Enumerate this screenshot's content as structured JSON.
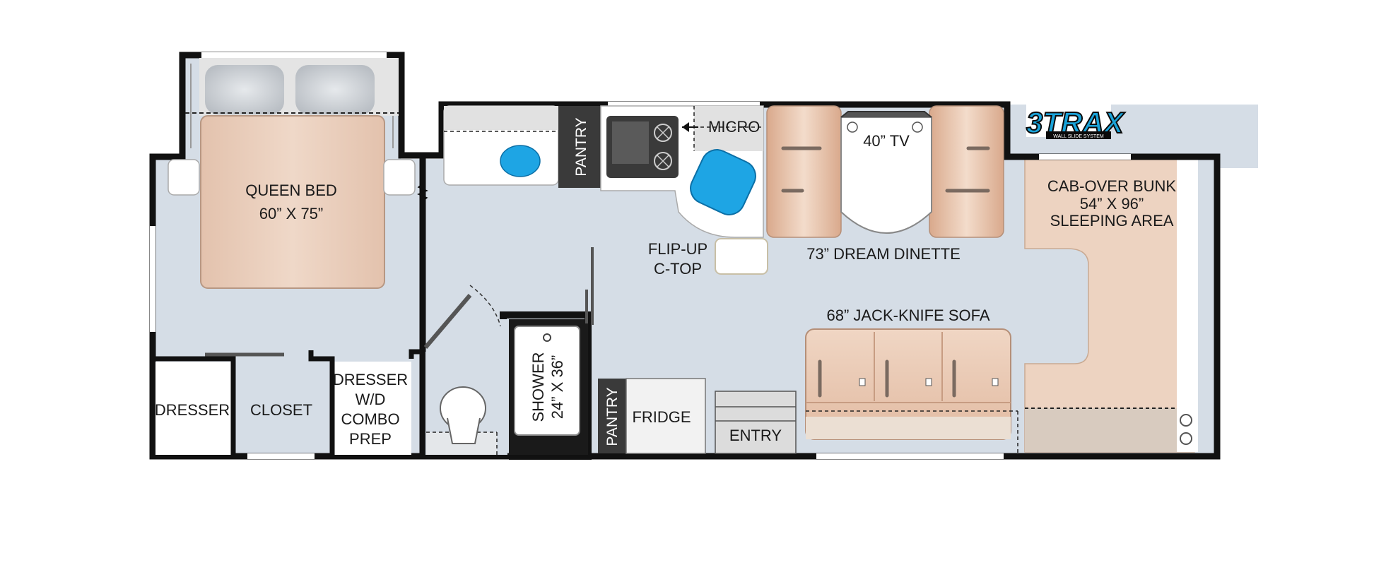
{
  "floorplan": {
    "logo": {
      "text": "3TRAX",
      "subtext": "WALL SLIDE SYSTEM",
      "colors": {
        "fill": "#1aa3d9",
        "outline": "#0a0a0a"
      }
    },
    "labels": {
      "queen_bed": {
        "line1": "QUEEN BED",
        "line2": "60” X 75”"
      },
      "dresser": "DRESSER",
      "closet": "CLOSET",
      "dresser_wd": {
        "line1": "DRESSER",
        "line2": "W/D",
        "line3": "COMBO",
        "line4": "PREP"
      },
      "shower": {
        "line1": "SHOWER",
        "line2": "24” X 36”"
      },
      "pantry_top": "PANTRY",
      "pantry_bottom": "PANTRY",
      "micro": "MICRO",
      "tv": "40” TV",
      "flip_up": {
        "line1": "FLIP-UP",
        "line2": "C-TOP"
      },
      "dinette": "73” DREAM DINETTE",
      "sofa": "68” JACK-KNIFE SOFA",
      "fridge": "FRIDGE",
      "entry": "ENTRY",
      "cab_over": {
        "line1": "CAB-OVER BUNK",
        "line2": "54” X 96”",
        "line3": "SLEEPING AREA"
      }
    },
    "colors": {
      "floor": "#d5dde6",
      "wall": "#111111",
      "bed": "#ecd3c1",
      "furniture": "#eed3c0",
      "white_surface": "#ffffff",
      "cabinet_dark": "#3a3a3a",
      "sink_blue": "#1ea5e4",
      "counter_gray": "#e1e1e1"
    }
  }
}
